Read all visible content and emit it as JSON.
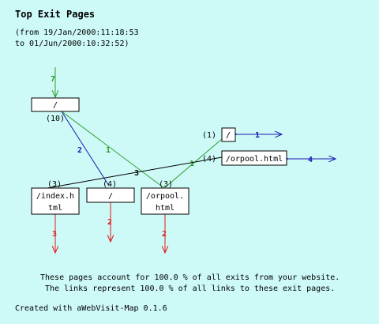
{
  "title": "Top Exit Pages",
  "range_line1": "(from 19/Jan/2000:11:18:53",
  "range_line2": "to 01/Jun/2000:10:32:52)",
  "summary_line1": "These pages account for 100.0 % of all exits from your website.",
  "summary_line2": "The links represent 100.0 % of all links to these exit pages.",
  "credit": "Created with aWebVisit-Map 0.1.6",
  "colors": {
    "green": "#2e9e2e",
    "blue": "#1a1ab0",
    "red": "#e21a1a",
    "black": "#000000",
    "background": "#cdf9f7"
  },
  "nodes": {
    "root": {
      "label": "/",
      "count": "(10)"
    },
    "slash2": {
      "label": "/",
      "count": "(1)"
    },
    "orpool_top": {
      "label": "/orpool.html",
      "count": "(4)"
    },
    "index": {
      "label1": "/index.h",
      "label2": "tml",
      "count": "(3)"
    },
    "slash_bottom": {
      "label": "/",
      "count": "(4)"
    },
    "orpool_bottom": {
      "label1": "/orpool.",
      "label2": "html",
      "count": "(3)"
    }
  },
  "links": {
    "entry_root": "7",
    "root_to_slash_bottom": "2",
    "root_to_orpool_bottom": "1",
    "orpool_bottom_to_slash2": "1",
    "index_to_orpool_top": "3",
    "slash2_exit": "1",
    "orpool_top_exit": "4",
    "index_exit": "3",
    "slash_bottom_exit": "2",
    "orpool_bottom_exit": "2"
  }
}
